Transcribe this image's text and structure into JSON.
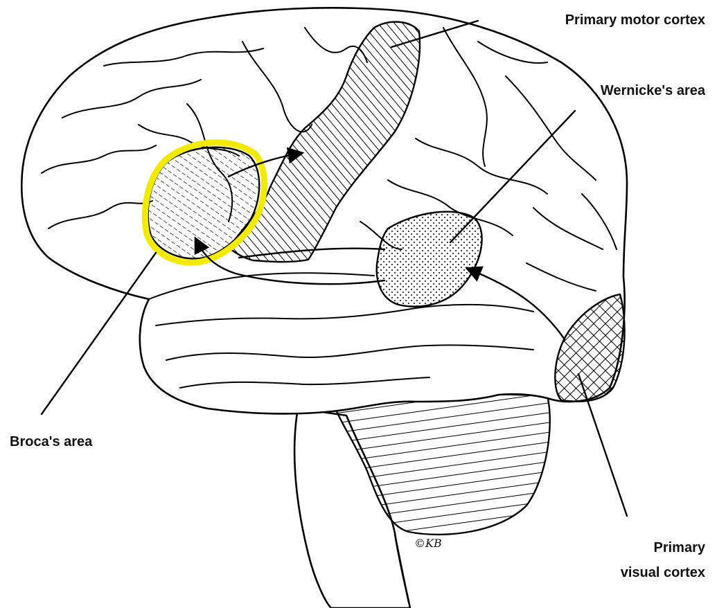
{
  "labels": {
    "motor": "Primary motor cortex",
    "wernicke": "Wernicke's area",
    "broca": "Broca's area",
    "visual_line1": "Primary",
    "visual_line2": "visual cortex",
    "signature": "©KB"
  },
  "colors": {
    "highlight": "#f2ea00",
    "ink": "#000000",
    "background": "#ffffff"
  }
}
